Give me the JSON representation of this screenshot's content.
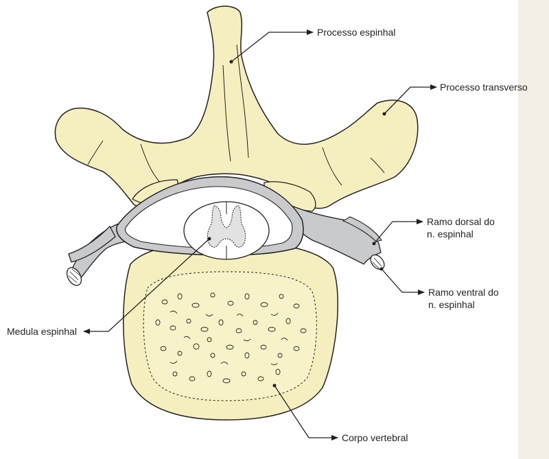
{
  "colors": {
    "bone": "#f5efbf",
    "nerve": "#c9cacb",
    "outline": "#231f20",
    "panel": "#f3efe4",
    "cord": "#ffffff"
  },
  "labels": {
    "processo_espinhal": "Processo espinhal",
    "processo_transverso": "Processo transverso",
    "ramo_dorsal_l1": "Ramo dorsal do",
    "ramo_dorsal_l2": "n. espinhal",
    "ramo_ventral_l1": "Ramo ventral do",
    "ramo_ventral_l2": "n. espinhal",
    "medula_espinhal": "Medula espinhal",
    "corpo_vertebral": "Corpo vertebral"
  }
}
